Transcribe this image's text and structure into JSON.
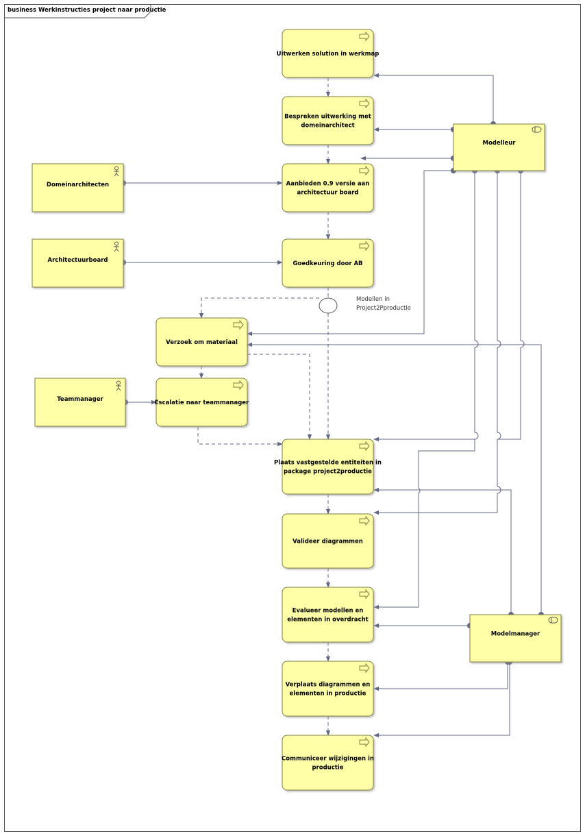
{
  "frame": {
    "title": "business Werkinstructies project naar productie"
  },
  "colors": {
    "box_fill": "#ffffa8",
    "box_stroke": "#7f7f3f",
    "edge": "#5f6785",
    "dashed": "#5f6785"
  },
  "processes": {
    "p1": [
      "Uitwerken solution in werkmap"
    ],
    "p2": [
      "Bespreken uitwerking met",
      "domeinarchitect"
    ],
    "p3": [
      "Aanbieden 0.9 versie aan",
      "architectuur board"
    ],
    "p4": [
      "Goedkeuring door AB"
    ],
    "p5": [
      "Verzoek om materiaal"
    ],
    "p6": [
      "Escalatie naar teammanager"
    ],
    "p7": [
      "Plaats vastgestelde entiteiten in",
      "package project2productie"
    ],
    "p8": [
      "Valideer diagrammen"
    ],
    "p9": [
      "Evalueer modellen en",
      "elementen in overdracht"
    ],
    "p10": [
      "Verplaats diagrammen en",
      "elementen in productie"
    ],
    "p11": [
      "Communiceer wijzigingen in",
      "productie"
    ]
  },
  "actors": {
    "a1": "Domeinarchitecten",
    "a2": "Architectuurboard",
    "a3": "Teammanager"
  },
  "components": {
    "c1": "Modelleur",
    "c2": "Modelmanager"
  },
  "gateway": {
    "label_line1": "Modellen in",
    "label_line2": "Project2Pproductie"
  }
}
